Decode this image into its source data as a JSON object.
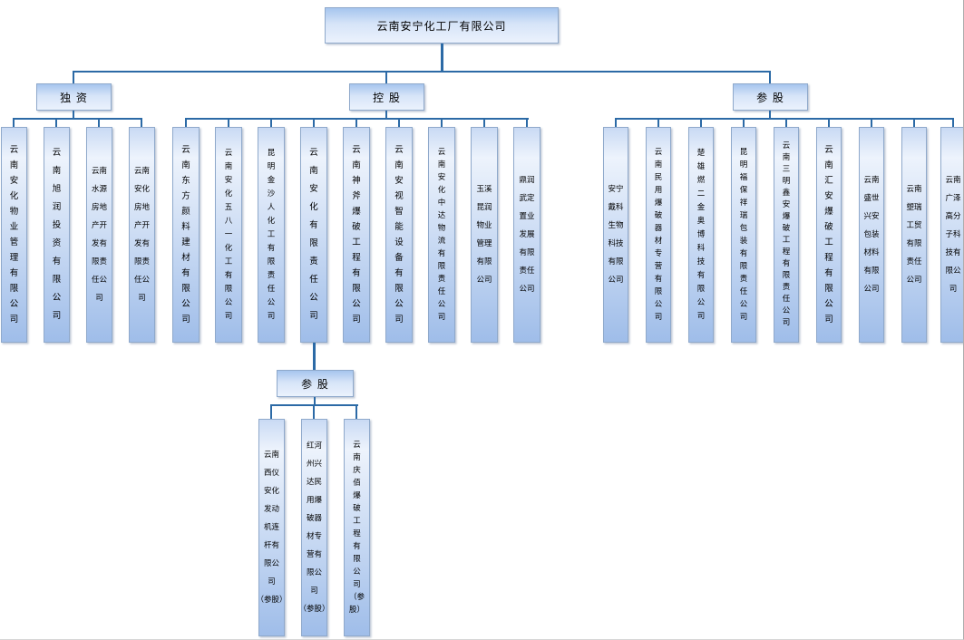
{
  "page": {
    "background": "#ffffff"
  },
  "root": {
    "label": "云南安宁化工厂有限公司"
  },
  "groups": [
    {
      "label": "独 资",
      "companies": [
        {
          "name": "云南安化物业管理有限公司",
          "cols": 1
        },
        {
          "name": "云南旭润投资有限公司",
          "cols": 1
        },
        {
          "name": "云南水源房地产开发有限责任公司",
          "cols": 2
        },
        {
          "name": "云南安化房地产开发有限责任公司",
          "cols": 2
        }
      ]
    },
    {
      "label": "控 股",
      "companies": [
        {
          "name": "云南东方颜料建材有限公司",
          "cols": 1
        },
        {
          "name": "云南安化五八一化工有限公司",
          "cols": 1
        },
        {
          "name": "昆明金沙人化工有限责任公司",
          "cols": 1
        },
        {
          "name": "云南安化有限责任公司",
          "cols": 1
        },
        {
          "name": "云南神斧爆破工程有限公司",
          "cols": 1
        },
        {
          "name": "云南安视智能设备有限公司",
          "cols": 1
        },
        {
          "name": "云南安化中达物流有限责任公司",
          "cols": 1
        },
        {
          "name": "玉溪昆润物业管理有限公司",
          "cols": 2
        },
        {
          "name": "鼎润武定置业发展有限责任公司",
          "cols": 2
        }
      ]
    },
    {
      "label": "参 股",
      "companies": [
        {
          "name": "安宁戴科生物科技有限公司",
          "cols": 2
        },
        {
          "name": "云南民用爆破器材专营有限公司",
          "cols": 1
        },
        {
          "name": "楚雄燃二金奥博科技有限公司",
          "cols": 1
        },
        {
          "name": "昆明福保祥瑞包装有限责任公司",
          "cols": 1
        },
        {
          "name": "云南三明鑫安爆破工程有限责任公司",
          "cols": 1
        },
        {
          "name": "云南汇安爆破工程有限公司",
          "cols": 1
        },
        {
          "name": "云南盛世兴安包装材料有限公司",
          "cols": 2
        },
        {
          "name": "云南塑瑞工贸有限责任公司",
          "cols": 2
        },
        {
          "name": "云南广泽高分子科技有限公司",
          "cols": 2
        }
      ]
    }
  ],
  "sub_branch": {
    "label": "参 股",
    "companies": [
      {
        "name": "云南西仪安化发动机连杆有限公司（参股）",
        "cols": 2
      },
      {
        "name": "红河州兴达民用爆破器材专营有限公司（参股）",
        "cols": 2
      },
      {
        "name": "云南庆佰爆破工程有限公司（参股）",
        "cols": 1
      }
    ]
  },
  "colors": {
    "connector": "#2c6aa6",
    "box_border": "#8fa9cb",
    "box_gradient_top": "#c9daf4",
    "box_gradient_light": "#edf3fc",
    "box_gradient_bottom": "#9fbde9",
    "label_gradient_top": "#a6c5ee",
    "label_gradient_mid": "#d6e4f8",
    "label_gradient_bottom": "#ebf2fd"
  }
}
